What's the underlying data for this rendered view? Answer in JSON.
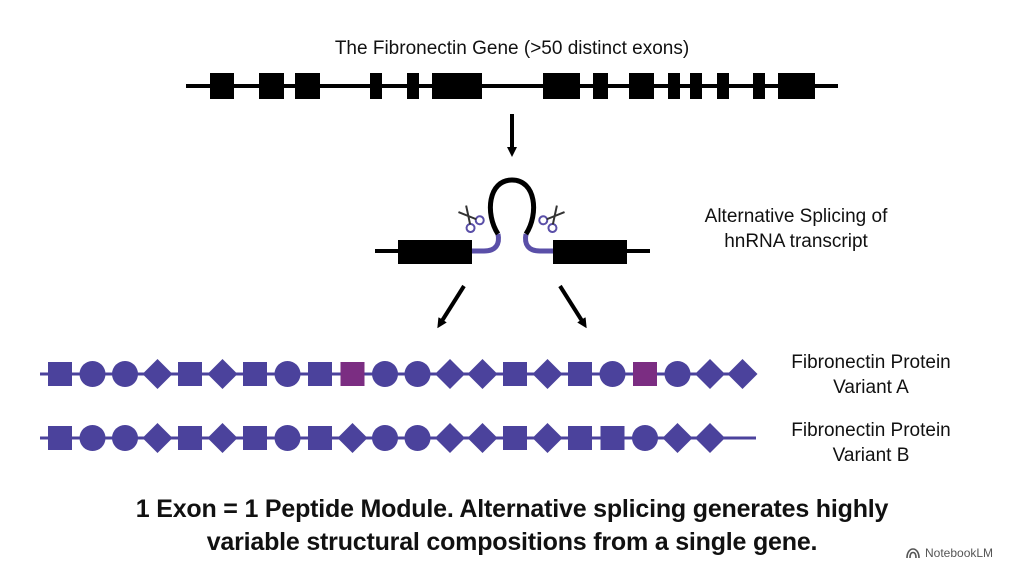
{
  "gene": {
    "title": "The Fibronectin Gene (>50 distinct exons)"
  },
  "splicing": {
    "line1": "Alternative Splicing of",
    "line2": "hnRNA transcript"
  },
  "variants": [
    {
      "line1": "Fibronectin Protein",
      "line2": "Variant A",
      "modules": [
        "square",
        "circle",
        "circle",
        "diamond",
        "square",
        "diamond",
        "square",
        "circle",
        "square",
        "special",
        "circle",
        "circle",
        "diamond",
        "diamond",
        "square",
        "diamond",
        "square",
        "circle",
        "special",
        "circle",
        "diamond",
        "diamond"
      ]
    },
    {
      "line1": "Fibronectin Protein",
      "line2": "Variant B",
      "modules": [
        "square",
        "circle",
        "circle",
        "diamond",
        "square",
        "diamond",
        "square",
        "circle",
        "square",
        "diamond",
        "circle",
        "circle",
        "diamond",
        "diamond",
        "square",
        "diamond",
        "square",
        "square",
        "circle",
        "diamond",
        "diamond"
      ]
    }
  ],
  "caption": {
    "line1": "1 Exon = 1 Peptide Module. Alternative splicing generates highly",
    "line2": "variable structural compositions from a single gene."
  },
  "watermark": {
    "text": "NotebookLM",
    "icon": "notebooklm-logo-icon"
  },
  "colors": {
    "exon": "#000000",
    "module": "#4b429c",
    "special_module": "#7b2d82",
    "intron_loop": "#5a4fa8"
  }
}
